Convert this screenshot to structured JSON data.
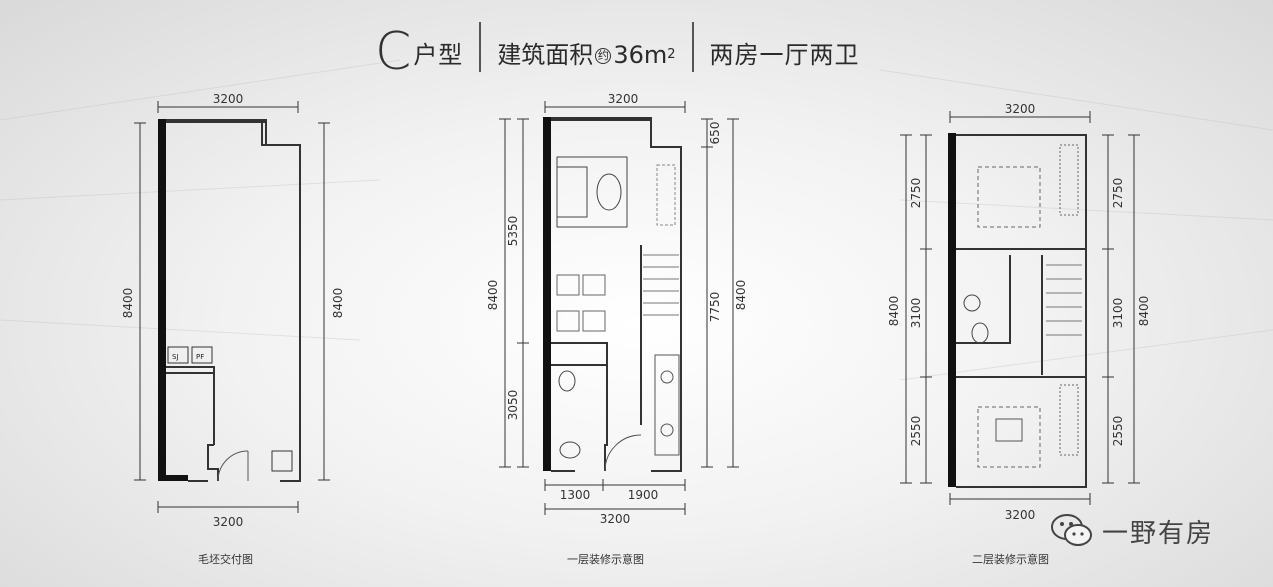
{
  "header": {
    "type_letter": "C",
    "type_suffix": "户型",
    "area_label": "建筑面积",
    "area_approx": "约",
    "area_value": "36m",
    "area_unit_sup": "2",
    "layout": "两房一厅两卫"
  },
  "plans": [
    {
      "caption": "毛坯交付图",
      "dims": {
        "top": "3200",
        "bottom": "3200",
        "left": "8400",
        "right": "8400"
      },
      "labels": {
        "sj": "SJ",
        "pf": "PF"
      }
    },
    {
      "caption": "一层装修示意图",
      "dims": {
        "top": "3200",
        "left_total": "8400",
        "left_upper": "5350",
        "left_lower": "3050",
        "right_top": "650",
        "right_mid": "7750",
        "right_total": "8400",
        "bottom_left": "1300",
        "bottom_right": "1900",
        "bottom_total": "3200"
      }
    },
    {
      "caption": "二层装修示意图",
      "dims": {
        "top": "3200",
        "bottom": "3200",
        "left_total": "8400",
        "left_top": "2750",
        "left_mid": "3100",
        "left_bottom": "2550",
        "right_top": "2750",
        "right_mid": "3100",
        "right_bottom": "2550",
        "right_total": "8400"
      }
    }
  ],
  "watermark": {
    "text": "一野有房",
    "icon": "wechat-icon"
  }
}
